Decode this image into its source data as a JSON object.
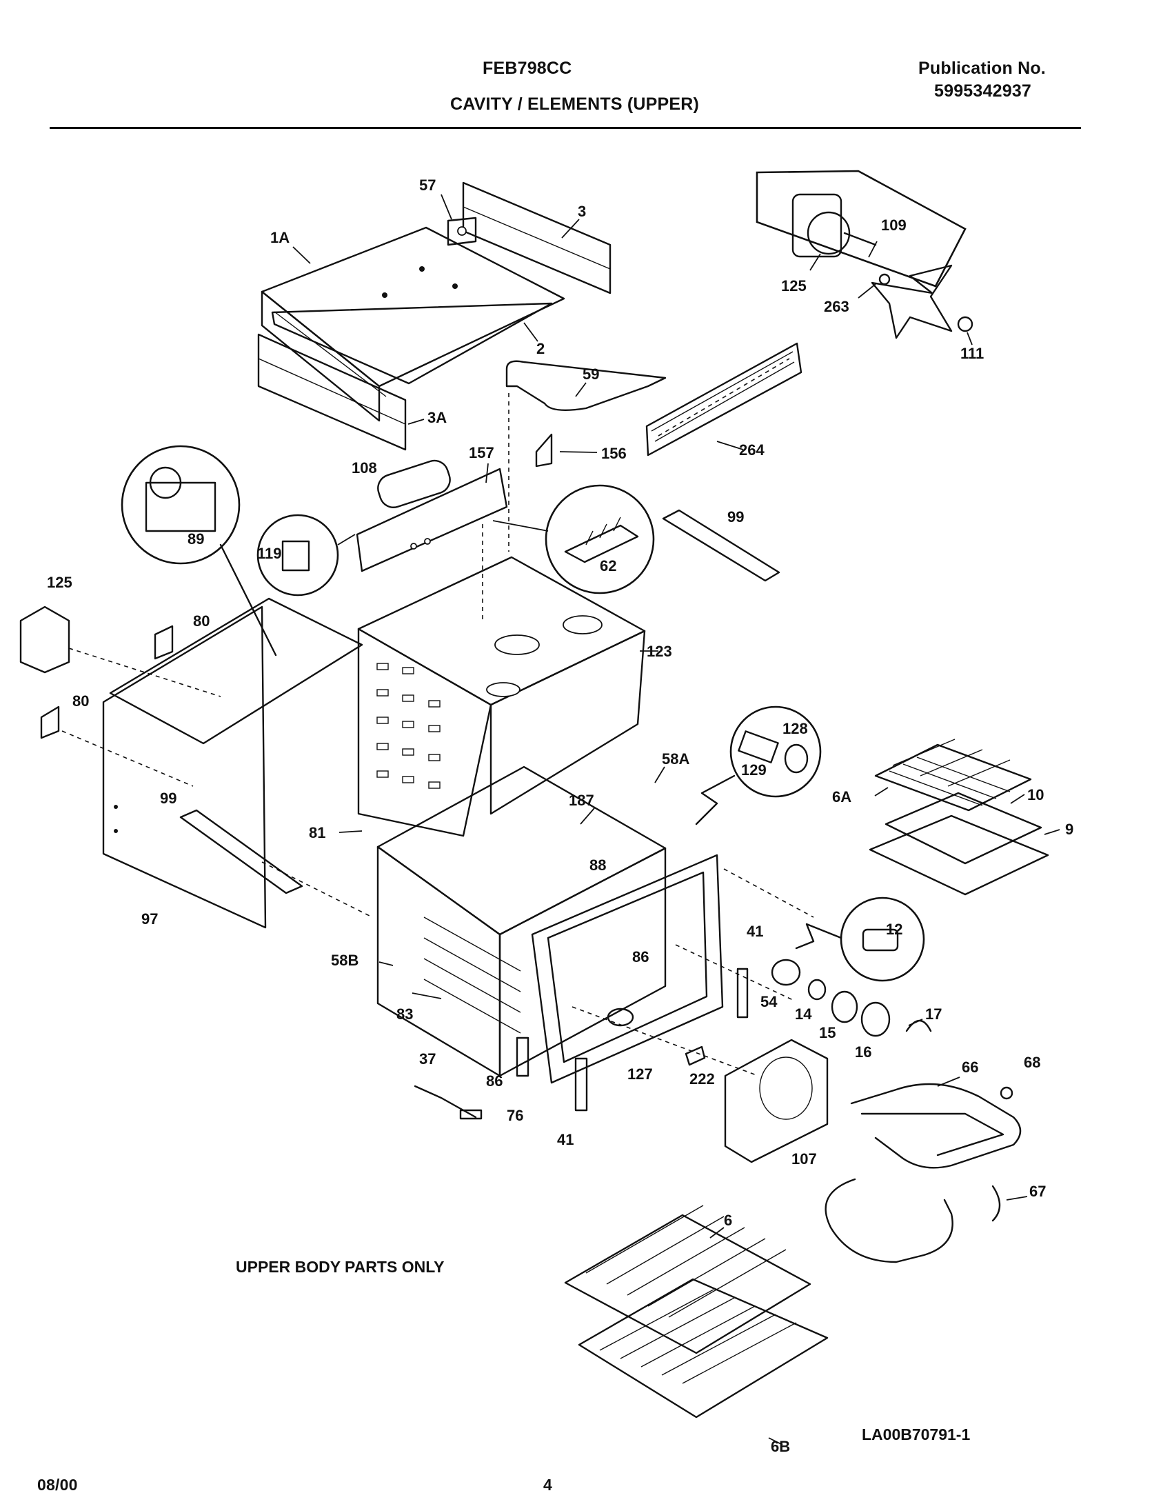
{
  "header": {
    "model": "FEB798CC",
    "section_title": "CAVITY / ELEMENTS (UPPER)",
    "publication_label": "Publication No.",
    "publication_number": "5995342937"
  },
  "diagram": {
    "note": "UPPER BODY PARTS ONLY",
    "drawing_code": "LA00B70791-1",
    "part_labels": {
      "p57": "57",
      "p3": "3",
      "p1A": "1A",
      "p2": "2",
      "p3A": "3A",
      "p125_top": "125",
      "p109": "109",
      "p263": "263",
      "p111": "111",
      "p59": "59",
      "p156": "156",
      "p157": "157",
      "p108": "108",
      "p264": "264",
      "p89": "89",
      "p119": "119",
      "p62": "62",
      "p99_top": "99",
      "p125_left": "125",
      "p80_a": "80",
      "p80_b": "80",
      "p123": "123",
      "p128": "128",
      "p129": "129",
      "p58A": "58A",
      "p187": "187",
      "p99_left": "99",
      "p81": "81",
      "p88": "88",
      "p6A": "6A",
      "p10": "10",
      "p9": "9",
      "p97": "97",
      "p58B": "58B",
      "p41_a": "41",
      "p12": "12",
      "p86_a": "86",
      "p54": "54",
      "p14": "14",
      "p83": "83",
      "p17": "17",
      "p15": "15",
      "p16": "16",
      "p37": "37",
      "p127": "127",
      "p66": "66",
      "p68": "68",
      "p222": "222",
      "p86_b": "86",
      "p76": "76",
      "p41_b": "41",
      "p107": "107",
      "p67": "67",
      "p6": "6",
      "p6B": "6B"
    }
  },
  "footer": {
    "date": "08/00",
    "page_number": "4"
  }
}
